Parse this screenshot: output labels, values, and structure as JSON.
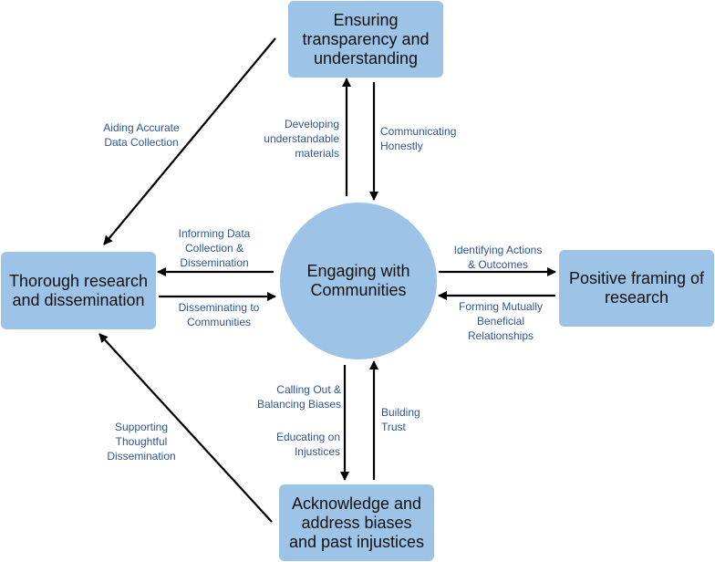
{
  "nodes": {
    "top": "Ensuring\ntransparency and\nunderstanding",
    "left": "Thorough research\nand dissemination",
    "center": "Engaging with\nCommunities",
    "right": "Positive framing of\nresearch",
    "bottom": "Acknowledge and\naddress biases\nand past injustices"
  },
  "edges": {
    "aiding": "Aiding Accurate\nData Collection",
    "developing": "Developing\nunderstandable\nmaterials",
    "communicating": "Communicating\nHonestly",
    "informing": "Informing Data\nCollection &\nDissemination",
    "disseminating": "Disseminating to\nCommunities",
    "identifying": "Identifying Actions\n& Outcomes",
    "forming": "Forming Mutually\nBeneficial\nRelationships",
    "calling_out": "Calling Out &\nBalancing Biases",
    "educating": "Educating on\nInjustices",
    "building_trust": "Building\nTrust",
    "supporting": "Supporting\nThoughtful\nDissemination"
  },
  "colors": {
    "node_fill": "#9dc3e6",
    "label_text": "#2e5597",
    "arrow": "#000000"
  }
}
